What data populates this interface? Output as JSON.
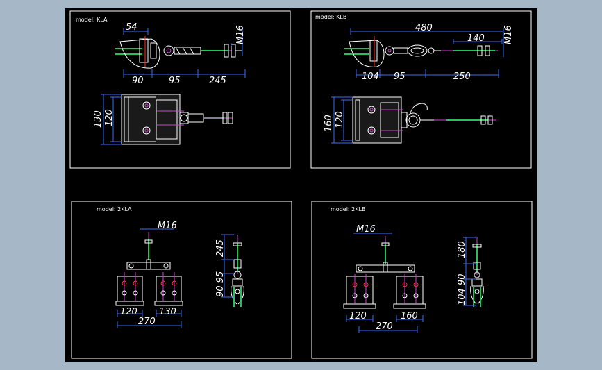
{
  "panels": {
    "kla": {
      "title": "model: KLA",
      "dims": {
        "d54": "54",
        "m16": "M16",
        "d90": "90",
        "d95": "95",
        "d245": "245",
        "d130": "130",
        "d120": "120"
      }
    },
    "klb": {
      "title": "model: KLB",
      "dims": {
        "d480": "480",
        "d140": "140",
        "m16": "M16",
        "d104": "104",
        "d95": "95",
        "d250": "250",
        "d160": "160",
        "d120": "120"
      }
    },
    "kla2": {
      "title": "model: 2KLA",
      "dims": {
        "m16": "M16",
        "d120": "120",
        "d130": "130",
        "d270": "270",
        "d245": "245",
        "d9095": "90 95"
      }
    },
    "klb2": {
      "title": "model: 2KLB",
      "dims": {
        "m16": "M16",
        "d120": "120",
        "d160": "160",
        "d270": "270",
        "d180": "180",
        "d10490": "104 90"
      }
    }
  },
  "colors": {
    "background": "#000000",
    "frame": "#a6b7c7",
    "dimension": "#3b6cff",
    "outline": "#ffffff",
    "accent_green": "#22c35b",
    "accent_magenta": "#d040d0"
  }
}
